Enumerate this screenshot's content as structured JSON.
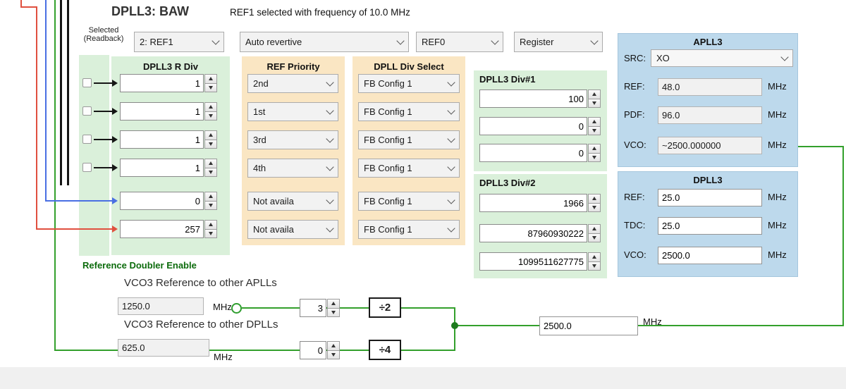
{
  "title": "DPLL3: BAW",
  "status_text": "REF1 selected with frequency of 10.0 MHz",
  "top_controls": {
    "selected_label_line1": "Selected",
    "selected_label_line2": "(Readback)",
    "selected_value": "2: REF1",
    "revertive_value": "Auto revertive",
    "ref_value": "REF0",
    "register_value": "Register"
  },
  "r_div": {
    "header": "DPLL3 R Div",
    "values": [
      "1",
      "1",
      "1",
      "1",
      "0",
      "257"
    ]
  },
  "ref_priority": {
    "header": "REF Priority",
    "values": [
      "2nd",
      "1st",
      "3rd",
      "4th",
      "Not availa",
      "Not availa"
    ]
  },
  "div_select": {
    "header": "DPLL Div Select",
    "values": [
      "FB Config 1",
      "FB Config 1",
      "FB Config 1",
      "FB Config 1",
      "FB Config 1",
      "FB Config 1"
    ]
  },
  "div1": {
    "header": "DPLL3 Div#1",
    "values": [
      "100",
      "0",
      "0"
    ]
  },
  "div2": {
    "header": "DPLL3 Div#2",
    "values": [
      "1966",
      "87960930222",
      "1099511627775"
    ]
  },
  "apll3": {
    "title": "APLL3",
    "src_label": "SRC:",
    "src_value": "XO",
    "ref_label": "REF:",
    "ref_value": "48.0",
    "pdf_label": "PDF:",
    "pdf_value": "96.0",
    "vco_label": "VCO:",
    "vco_value": "~2500.000000",
    "unit": "MHz"
  },
  "dpll3": {
    "title": "DPLL3",
    "ref_label": "REF:",
    "ref_value": "25.0",
    "tdc_label": "TDC:",
    "tdc_value": "25.0",
    "vco_label": "VCO:",
    "vco_value": "2500.0",
    "unit": "MHz"
  },
  "doubler_label": "Reference Doubler Enable",
  "vco3_apll": {
    "title": "VCO3 Reference to other APLLs",
    "value": "1250.0",
    "unit": "MHz",
    "div_value": "3",
    "div_label": "÷2"
  },
  "vco3_dpll": {
    "title": "VCO3 Reference to other DPLLs",
    "value": "625.0",
    "unit": "MHz",
    "div_value": "0",
    "div_label": "÷4"
  },
  "output": {
    "value": "2500.0",
    "unit": "MHz"
  },
  "colors": {
    "green_panel": "#daf0da",
    "tan_panel": "#fae6c3",
    "blue_panel": "#bdd9ec",
    "wire_green": "#33a02c",
    "wire_blue": "#4a6fe3",
    "wire_red": "#e0503f",
    "doubler_text": "#0c6b0c"
  }
}
